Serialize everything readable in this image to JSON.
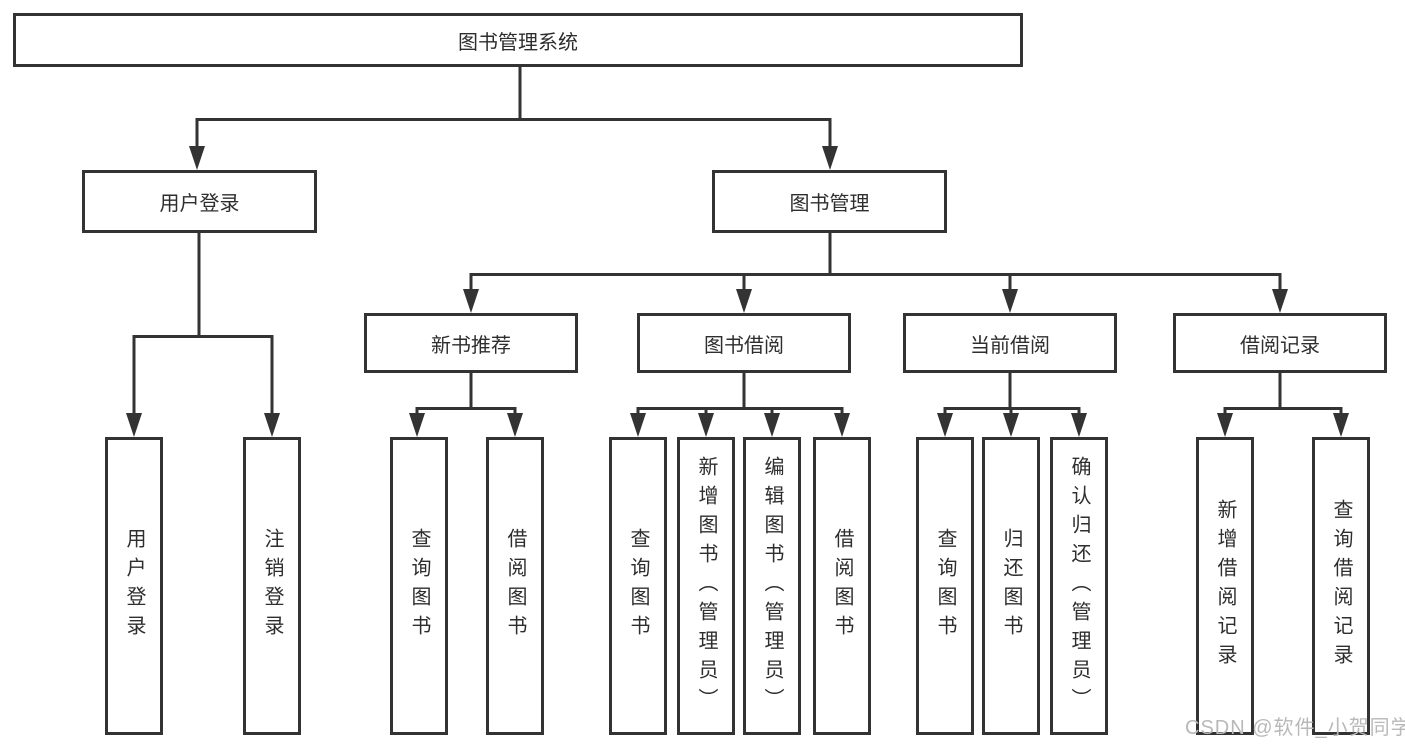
{
  "tree": {
    "root": {
      "label": "图书管理系统"
    },
    "branches": [
      {
        "label": "用户登录",
        "children": [
          {
            "label": "用户登录"
          },
          {
            "label": "注销登录"
          }
        ]
      },
      {
        "label": "图书管理",
        "children": [
          {
            "label": "新书推荐",
            "children": [
              {
                "label": "查询图书"
              },
              {
                "label": "借阅图书"
              }
            ]
          },
          {
            "label": "图书借阅",
            "children": [
              {
                "label": "查询图书"
              },
              {
                "label": "新增图书（管理员）"
              },
              {
                "label": "编辑图书（管理员）"
              },
              {
                "label": "借阅图书"
              }
            ]
          },
          {
            "label": "当前借阅",
            "children": [
              {
                "label": "查询图书"
              },
              {
                "label": "归还图书"
              },
              {
                "label": "确认归还（管理员）"
              }
            ]
          },
          {
            "label": "借阅记录",
            "children": [
              {
                "label": "新增借阅记录"
              },
              {
                "label": "查询借阅记录"
              }
            ]
          }
        ]
      }
    ]
  },
  "watermark": "CSDN @软件_小贺同学",
  "colors": {
    "line": "#333333",
    "text": "#2e2e2e",
    "background": "#ffffff",
    "watermark": "#b9b9b9"
  }
}
